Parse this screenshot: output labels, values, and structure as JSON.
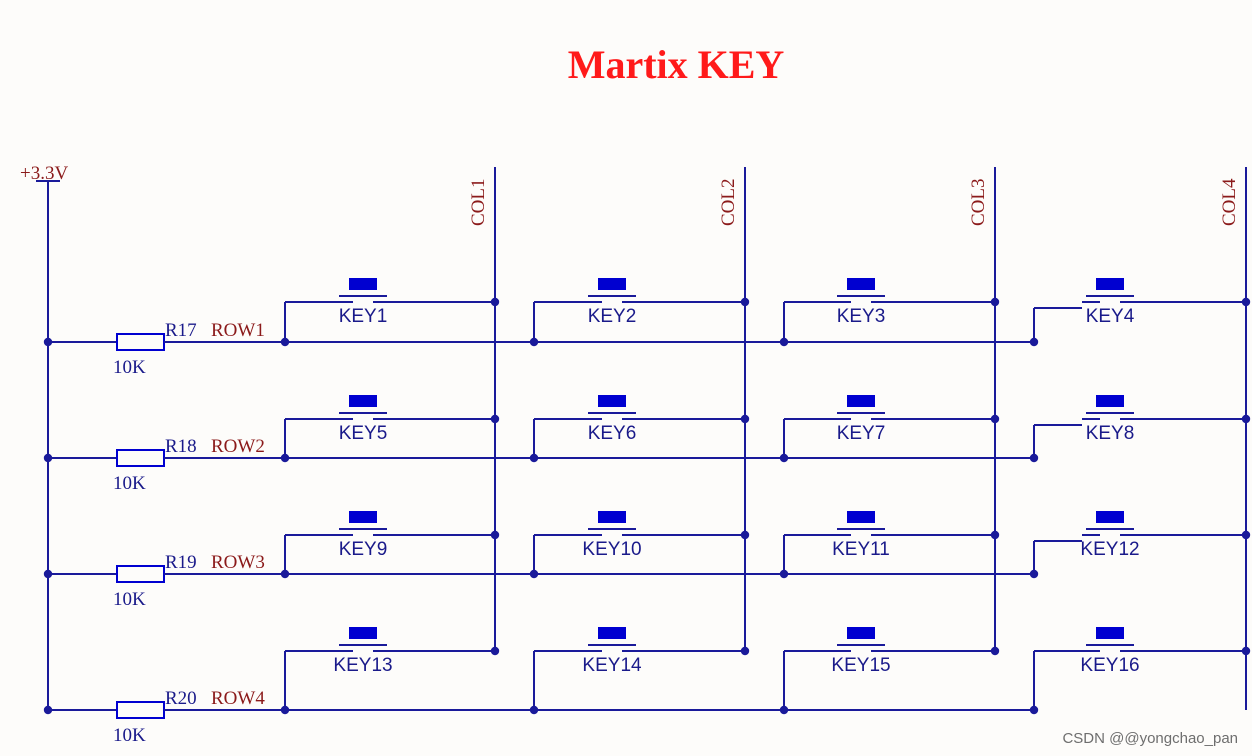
{
  "title": "Martix KEY",
  "power": {
    "label": "+3.3V"
  },
  "columns": [
    "COL1",
    "COL2",
    "COL3",
    "COL4"
  ],
  "rows": [
    {
      "net": "ROW1",
      "resistor": "R17",
      "value": "10K"
    },
    {
      "net": "ROW2",
      "resistor": "R18",
      "value": "10K"
    },
    {
      "net": "ROW3",
      "resistor": "R19",
      "value": "10K"
    },
    {
      "net": "ROW4",
      "resistor": "R20",
      "value": "10K"
    }
  ],
  "keys": [
    [
      "KEY1",
      "KEY2",
      "KEY3",
      "KEY4"
    ],
    [
      "KEY5",
      "KEY6",
      "KEY7",
      "KEY8"
    ],
    [
      "KEY9",
      "KEY10",
      "KEY11",
      "KEY12"
    ],
    [
      "KEY13",
      "KEY14",
      "KEY15",
      "KEY16"
    ]
  ],
  "watermark": "CSDN @@yongchao_pan",
  "colors": {
    "wire": "#1a1a9a",
    "component": "#0000d0",
    "net_label": "#8b1a1a",
    "title": "#ff1a1a",
    "designator": "#1a1a8a"
  }
}
